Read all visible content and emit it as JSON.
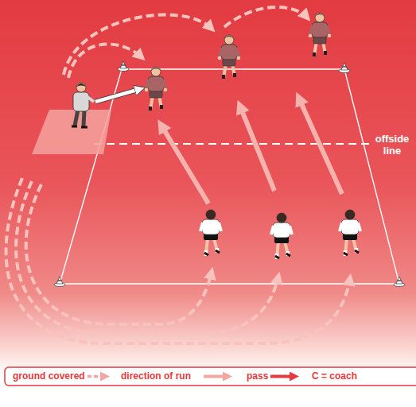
{
  "diagram": {
    "labels": [
      "offside line"
    ],
    "legend": [
      {
        "text": "ground covered"
      },
      {
        "text": "direction of run"
      },
      {
        "text": "pass"
      },
      {
        "text": "C = coach"
      }
    ]
  }
}
